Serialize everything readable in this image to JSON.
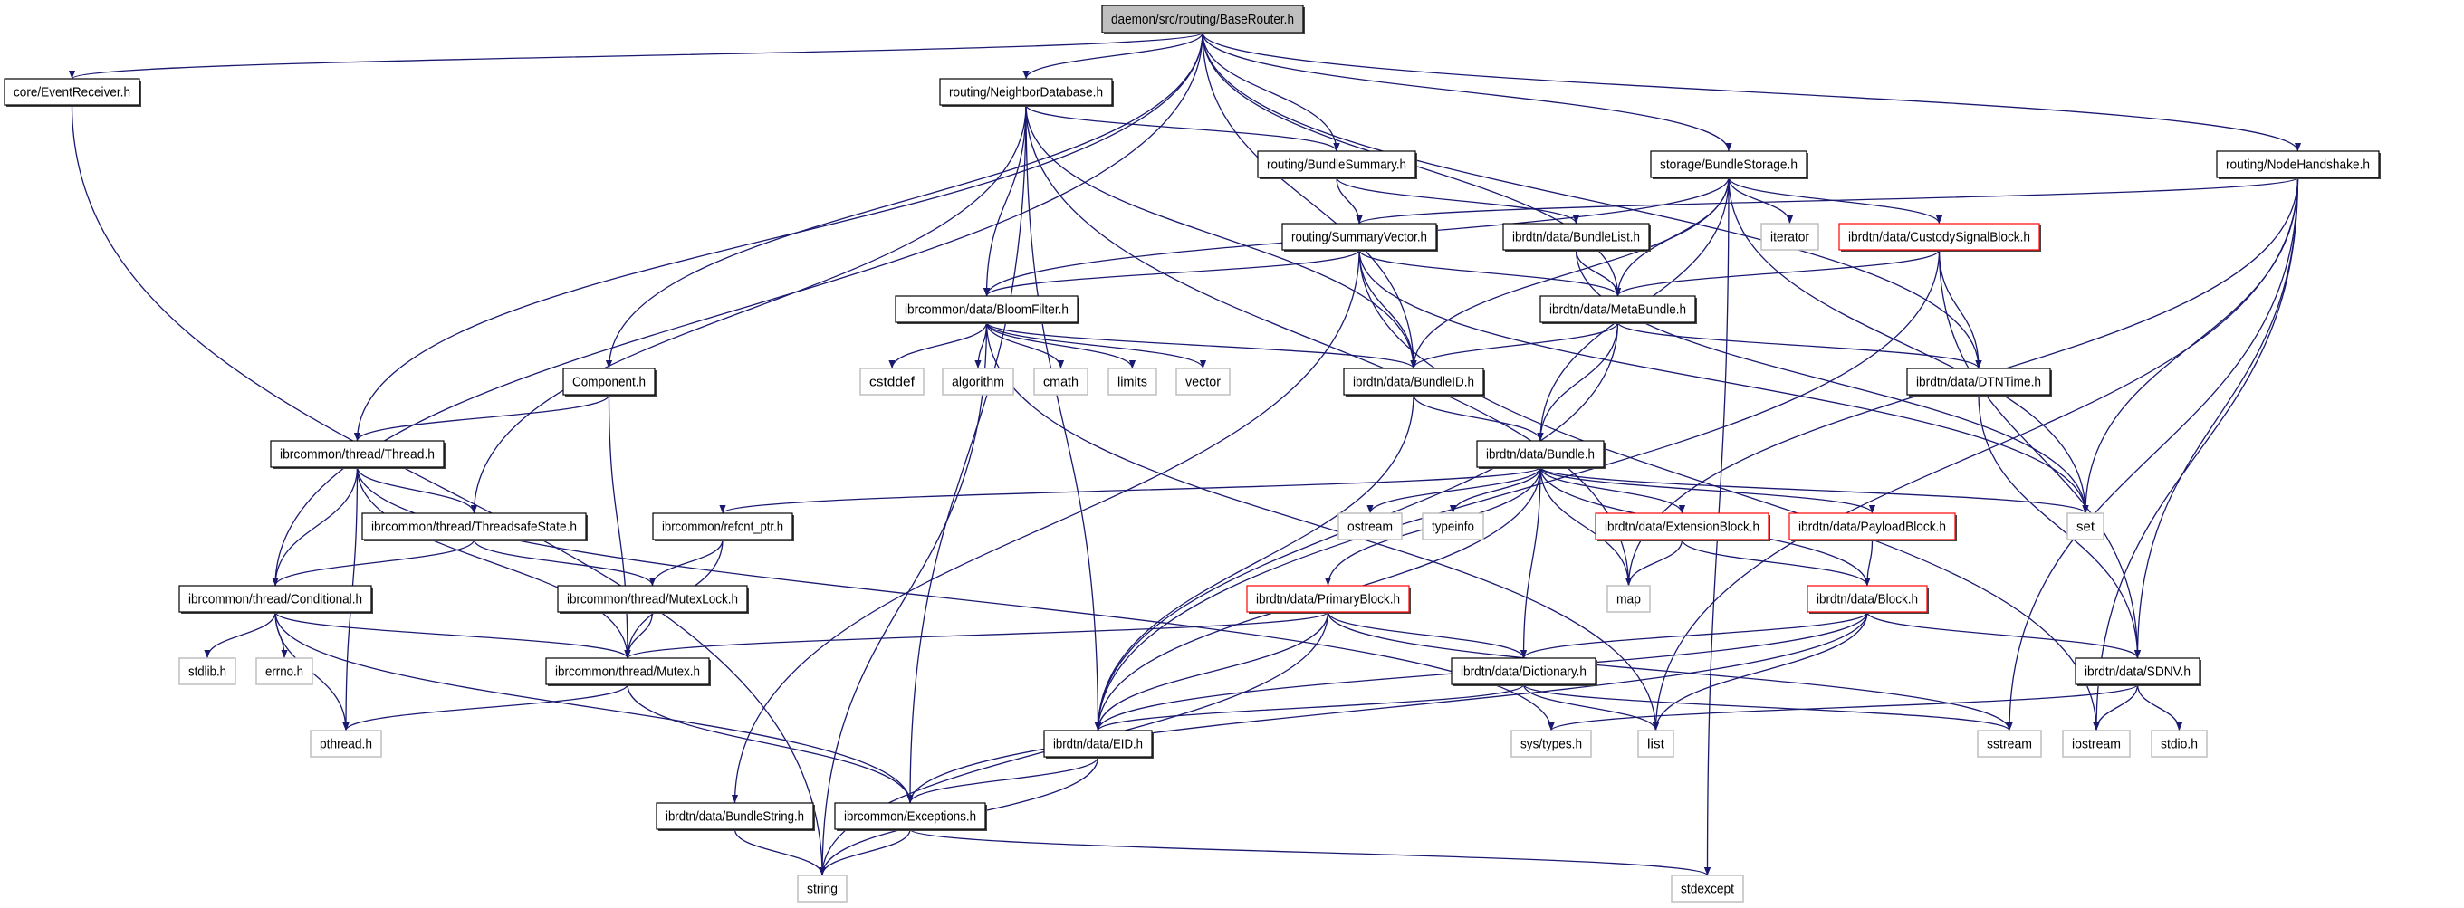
{
  "colors": {
    "edge": "#191970",
    "root_fill": "#bfbfbf",
    "highlight_border": "#ff0000",
    "system_border": "#bfbfbf",
    "normal_border": "#000000"
  },
  "nodes": [
    {
      "label": "daemon/src/routing/BaseRouter.h",
      "style": "root"
    },
    {
      "label": "core/EventReceiver.h",
      "style": "normal"
    },
    {
      "label": "routing/NeighborDatabase.h",
      "style": "normal"
    },
    {
      "label": "routing/BundleSummary.h",
      "style": "normal"
    },
    {
      "label": "storage/BundleStorage.h",
      "style": "normal"
    },
    {
      "label": "routing/NodeHandshake.h",
      "style": "normal"
    },
    {
      "label": "routing/SummaryVector.h",
      "style": "normal"
    },
    {
      "label": "ibrdtn/data/BundleList.h",
      "style": "normal"
    },
    {
      "label": "iterator",
      "style": "system"
    },
    {
      "label": "ibrdtn/data/CustodySignalBlock.h",
      "style": "highlight"
    },
    {
      "label": "ibrcommon/data/BloomFilter.h",
      "style": "normal"
    },
    {
      "label": "ibrdtn/data/MetaBundle.h",
      "style": "normal"
    },
    {
      "label": "Component.h",
      "style": "normal"
    },
    {
      "label": "cstddef",
      "style": "system"
    },
    {
      "label": "algorithm",
      "style": "system"
    },
    {
      "label": "cmath",
      "style": "system"
    },
    {
      "label": "limits",
      "style": "system"
    },
    {
      "label": "vector",
      "style": "system"
    },
    {
      "label": "ibrdtn/data/BundleID.h",
      "style": "normal"
    },
    {
      "label": "ibrdtn/data/DTNTime.h",
      "style": "normal"
    },
    {
      "label": "ibrcommon/thread/Thread.h",
      "style": "normal"
    },
    {
      "label": "ibrdtn/data/Bundle.h",
      "style": "normal"
    },
    {
      "label": "ibrcommon/thread/ThreadsafeState.h",
      "style": "normal"
    },
    {
      "label": "ibrcommon/refcnt_ptr.h",
      "style": "normal"
    },
    {
      "label": "ostream",
      "style": "system"
    },
    {
      "label": "typeinfo",
      "style": "system"
    },
    {
      "label": "ibrdtn/data/ExtensionBlock.h",
      "style": "highlight"
    },
    {
      "label": "ibrdtn/data/PayloadBlock.h",
      "style": "highlight"
    },
    {
      "label": "set",
      "style": "system"
    },
    {
      "label": "ibrcommon/thread/Conditional.h",
      "style": "normal"
    },
    {
      "label": "ibrcommon/thread/MutexLock.h",
      "style": "normal"
    },
    {
      "label": "ibrdtn/data/PrimaryBlock.h",
      "style": "highlight"
    },
    {
      "label": "map",
      "style": "system"
    },
    {
      "label": "ibrdtn/data/Block.h",
      "style": "highlight"
    },
    {
      "label": "stdlib.h",
      "style": "system"
    },
    {
      "label": "errno.h",
      "style": "system"
    },
    {
      "label": "ibrcommon/thread/Mutex.h",
      "style": "normal"
    },
    {
      "label": "ibrdtn/data/Dictionary.h",
      "style": "normal"
    },
    {
      "label": "ibrdtn/data/SDNV.h",
      "style": "normal"
    },
    {
      "label": "pthread.h",
      "style": "system"
    },
    {
      "label": "ibrdtn/data/EID.h",
      "style": "normal"
    },
    {
      "label": "sys/types.h",
      "style": "system"
    },
    {
      "label": "list",
      "style": "system"
    },
    {
      "label": "sstream",
      "style": "system"
    },
    {
      "label": "iostream",
      "style": "system"
    },
    {
      "label": "stdio.h",
      "style": "system"
    },
    {
      "label": "ibrdtn/data/BundleString.h",
      "style": "normal"
    },
    {
      "label": "ibrcommon/Exceptions.h",
      "style": "normal"
    },
    {
      "label": "string",
      "style": "system"
    },
    {
      "label": "stdexcept",
      "style": "system"
    }
  ],
  "edges": [
    [
      "daemon/src/routing/BaseRouter.h",
      "core/EventReceiver.h"
    ],
    [
      "daemon/src/routing/BaseRouter.h",
      "routing/NeighborDatabase.h"
    ],
    [
      "daemon/src/routing/BaseRouter.h",
      "routing/BundleSummary.h"
    ],
    [
      "daemon/src/routing/BaseRouter.h",
      "storage/BundleStorage.h"
    ],
    [
      "daemon/src/routing/BaseRouter.h",
      "routing/NodeHandshake.h"
    ],
    [
      "daemon/src/routing/BaseRouter.h",
      "Component.h"
    ],
    [
      "daemon/src/routing/BaseRouter.h",
      "ibrcommon/thread/Conditional.h"
    ],
    [
      "daemon/src/routing/BaseRouter.h",
      "ibrcommon/thread/Thread.h"
    ],
    [
      "daemon/src/routing/BaseRouter.h",
      "ibrdtn/data/BundleID.h"
    ],
    [
      "daemon/src/routing/BaseRouter.h",
      "ibrdtn/data/MetaBundle.h"
    ],
    [
      "daemon/src/routing/BaseRouter.h",
      "ibrdtn/data/DTNTime.h"
    ],
    [
      "core/EventReceiver.h",
      "string"
    ],
    [
      "routing/NeighborDatabase.h",
      "routing/BundleSummary.h"
    ],
    [
      "routing/NeighborDatabase.h",
      "ibrcommon/data/BloomFilter.h"
    ],
    [
      "routing/NeighborDatabase.h",
      "ibrdtn/data/BundleID.h"
    ],
    [
      "routing/NeighborDatabase.h",
      "map"
    ],
    [
      "routing/NeighborDatabase.h",
      "ibrcommon/thread/ThreadsafeState.h"
    ],
    [
      "routing/NeighborDatabase.h",
      "ibrdtn/data/EID.h"
    ],
    [
      "routing/NeighborDatabase.h",
      "ibrcommon/Exceptions.h"
    ],
    [
      "routing/BundleSummary.h",
      "routing/SummaryVector.h"
    ],
    [
      "routing/BundleSummary.h",
      "ibrdtn/data/BundleList.h"
    ],
    [
      "routing/SummaryVector.h",
      "ibrcommon/data/BloomFilter.h"
    ],
    [
      "routing/SummaryVector.h",
      "ibrdtn/data/MetaBundle.h"
    ],
    [
      "routing/SummaryVector.h",
      "ibrdtn/data/BundleID.h"
    ],
    [
      "routing/SummaryVector.h",
      "ibrdtn/data/BundleString.h"
    ],
    [
      "routing/SummaryVector.h",
      "set"
    ],
    [
      "routing/SummaryVector.h",
      "iostream"
    ],
    [
      "ibrdtn/data/BundleList.h",
      "ibrdtn/data/MetaBundle.h"
    ],
    [
      "ibrdtn/data/BundleList.h",
      "set"
    ],
    [
      "storage/BundleStorage.h",
      "ibrcommon/data/BloomFilter.h"
    ],
    [
      "storage/BundleStorage.h",
      "ibrdtn/data/BundleID.h"
    ],
    [
      "storage/BundleStorage.h",
      "ibrdtn/data/MetaBundle.h"
    ],
    [
      "storage/BundleStorage.h",
      "ibrdtn/data/Bundle.h"
    ],
    [
      "storage/BundleStorage.h",
      "iterator"
    ],
    [
      "storage/BundleStorage.h",
      "ibrdtn/data/CustodySignalBlock.h"
    ],
    [
      "storage/BundleStorage.h",
      "set"
    ],
    [
      "storage/BundleStorage.h",
      "stdexcept"
    ],
    [
      "routing/NodeHandshake.h",
      "routing/SummaryVector.h"
    ],
    [
      "routing/NodeHandshake.h",
      "set"
    ],
    [
      "routing/NodeHandshake.h",
      "map"
    ],
    [
      "routing/NodeHandshake.h",
      "list"
    ],
    [
      "routing/NodeHandshake.h",
      "ibrdtn/data/SDNV.h"
    ],
    [
      "routing/NodeHandshake.h",
      "sstream"
    ],
    [
      "routing/NodeHandshake.h",
      "iostream"
    ],
    [
      "ibrdtn/data/CustodySignalBlock.h",
      "ibrdtn/data/MetaBundle.h"
    ],
    [
      "ibrdtn/data/CustodySignalBlock.h",
      "ibrdtn/data/DTNTime.h"
    ],
    [
      "ibrdtn/data/CustodySignalBlock.h",
      "ibrdtn/data/SDNV.h"
    ],
    [
      "ibrdtn/data/CustodySignalBlock.h",
      "ibrdtn/data/EID.h"
    ],
    [
      "ibrcommon/data/BloomFilter.h",
      "cstddef"
    ],
    [
      "ibrcommon/data/BloomFilter.h",
      "algorithm"
    ],
    [
      "ibrcommon/data/BloomFilter.h",
      "cmath"
    ],
    [
      "ibrcommon/data/BloomFilter.h",
      "limits"
    ],
    [
      "ibrcommon/data/BloomFilter.h",
      "vector"
    ],
    [
      "ibrcommon/data/BloomFilter.h",
      "string"
    ],
    [
      "ibrcommon/data/BloomFilter.h",
      "list"
    ],
    [
      "ibrcommon/data/BloomFilter.h",
      "ibrdtn/data/BundleID.h"
    ],
    [
      "ibrdtn/data/MetaBundle.h",
      "ibrdtn/data/BundleID.h"
    ],
    [
      "ibrdtn/data/MetaBundle.h",
      "ibrdtn/data/Bundle.h"
    ],
    [
      "ibrdtn/data/MetaBundle.h",
      "ibrdtn/data/DTNTime.h"
    ],
    [
      "ibrdtn/data/MetaBundle.h",
      "ibrdtn/data/EID.h"
    ],
    [
      "ibrdtn/data/BundleID.h",
      "ibrdtn/data/Bundle.h"
    ],
    [
      "ibrdtn/data/BundleID.h",
      "ibrdtn/data/EID.h"
    ],
    [
      "ibrdtn/data/DTNTime.h",
      "ibrdtn/data/SDNV.h"
    ],
    [
      "Component.h",
      "ibrcommon/thread/Thread.h"
    ],
    [
      "Component.h",
      "ibrcommon/thread/Mutex.h"
    ],
    [
      "ibrcommon/thread/Thread.h",
      "ibrcommon/thread/ThreadsafeState.h"
    ],
    [
      "ibrcommon/thread/Thread.h",
      "ibrcommon/thread/Conditional.h"
    ],
    [
      "ibrcommon/thread/Thread.h",
      "ibrcommon/thread/Mutex.h"
    ],
    [
      "ibrcommon/thread/Thread.h",
      "pthread.h"
    ],
    [
      "ibrcommon/thread/Thread.h",
      "sys/types.h"
    ],
    [
      "ibrcommon/thread/ThreadsafeState.h",
      "ibrcommon/thread/Conditional.h"
    ],
    [
      "ibrcommon/thread/ThreadsafeState.h",
      "ibrcommon/thread/MutexLock.h"
    ],
    [
      "ibrcommon/refcnt_ptr.h",
      "ibrcommon/thread/MutexLock.h"
    ],
    [
      "ibrcommon/refcnt_ptr.h",
      "ibrcommon/thread/Mutex.h"
    ],
    [
      "ibrcommon/thread/Conditional.h",
      "stdlib.h"
    ],
    [
      "ibrcommon/thread/Conditional.h",
      "errno.h"
    ],
    [
      "ibrcommon/thread/Conditional.h",
      "pthread.h"
    ],
    [
      "ibrcommon/thread/Conditional.h",
      "ibrcommon/thread/Mutex.h"
    ],
    [
      "ibrcommon/thread/Conditional.h",
      "ibrcommon/Exceptions.h"
    ],
    [
      "ibrcommon/thread/MutexLock.h",
      "ibrcommon/thread/Mutex.h"
    ],
    [
      "ibrcommon/thread/Mutex.h",
      "pthread.h"
    ],
    [
      "ibrcommon/thread/Mutex.h",
      "ibrcommon/Exceptions.h"
    ],
    [
      "ibrdtn/data/Bundle.h",
      "ibrcommon/refcnt_ptr.h"
    ],
    [
      "ibrdtn/data/Bundle.h",
      "ostream"
    ],
    [
      "ibrdtn/data/Bundle.h",
      "typeinfo"
    ],
    [
      "ibrdtn/data/Bundle.h",
      "ibrdtn/data/ExtensionBlock.h"
    ],
    [
      "ibrdtn/data/Bundle.h",
      "ibrdtn/data/PayloadBlock.h"
    ],
    [
      "ibrdtn/data/Bundle.h",
      "set"
    ],
    [
      "ibrdtn/data/Bundle.h",
      "map"
    ],
    [
      "ibrdtn/data/Bundle.h",
      "ibrdtn/data/PrimaryBlock.h"
    ],
    [
      "ibrdtn/data/Bundle.h",
      "ibrdtn/data/Dictionary.h"
    ],
    [
      "ibrdtn/data/Bundle.h",
      "ibrdtn/data/EID.h"
    ],
    [
      "ibrdtn/data/Bundle.h",
      "ibrdtn/data/Block.h"
    ],
    [
      "ibrdtn/data/ExtensionBlock.h",
      "map"
    ],
    [
      "ibrdtn/data/ExtensionBlock.h",
      "ibrdtn/data/Block.h"
    ],
    [
      "ibrdtn/data/PayloadBlock.h",
      "ibrdtn/data/Block.h"
    ],
    [
      "ibrdtn/data/PrimaryBlock.h",
      "ibrcommon/thread/Mutex.h"
    ],
    [
      "ibrdtn/data/PrimaryBlock.h",
      "ibrdtn/data/Dictionary.h"
    ],
    [
      "ibrdtn/data/PrimaryBlock.h",
      "ibrdtn/data/EID.h"
    ],
    [
      "ibrdtn/data/PrimaryBlock.h",
      "string"
    ],
    [
      "ibrdtn/data/PrimaryBlock.h",
      "sstream"
    ],
    [
      "ibrdtn/data/Block.h",
      "ibrdtn/data/Dictionary.h"
    ],
    [
      "ibrdtn/data/Block.h",
      "ibrdtn/data/SDNV.h"
    ],
    [
      "ibrdtn/data/Block.h",
      "ibrdtn/data/EID.h"
    ],
    [
      "ibrdtn/data/Block.h",
      "list"
    ],
    [
      "ibrdtn/data/Block.h",
      "ibrcommon/Exceptions.h"
    ],
    [
      "ibrdtn/data/Dictionary.h",
      "ibrdtn/data/EID.h"
    ],
    [
      "ibrdtn/data/Dictionary.h",
      "list"
    ],
    [
      "ibrdtn/data/Dictionary.h",
      "sstream"
    ],
    [
      "ibrdtn/data/SDNV.h",
      "iostream"
    ],
    [
      "ibrdtn/data/SDNV.h",
      "stdio.h"
    ],
    [
      "ibrdtn/data/SDNV.h",
      "sys/types.h"
    ],
    [
      "ibrdtn/data/EID.h",
      "ibrcommon/Exceptions.h"
    ],
    [
      "ibrdtn/data/EID.h",
      "string"
    ],
    [
      "ibrdtn/data/BundleString.h",
      "string"
    ],
    [
      "ibrcommon/Exceptions.h",
      "string"
    ],
    [
      "ibrcommon/Exceptions.h",
      "stdexcept"
    ]
  ]
}
